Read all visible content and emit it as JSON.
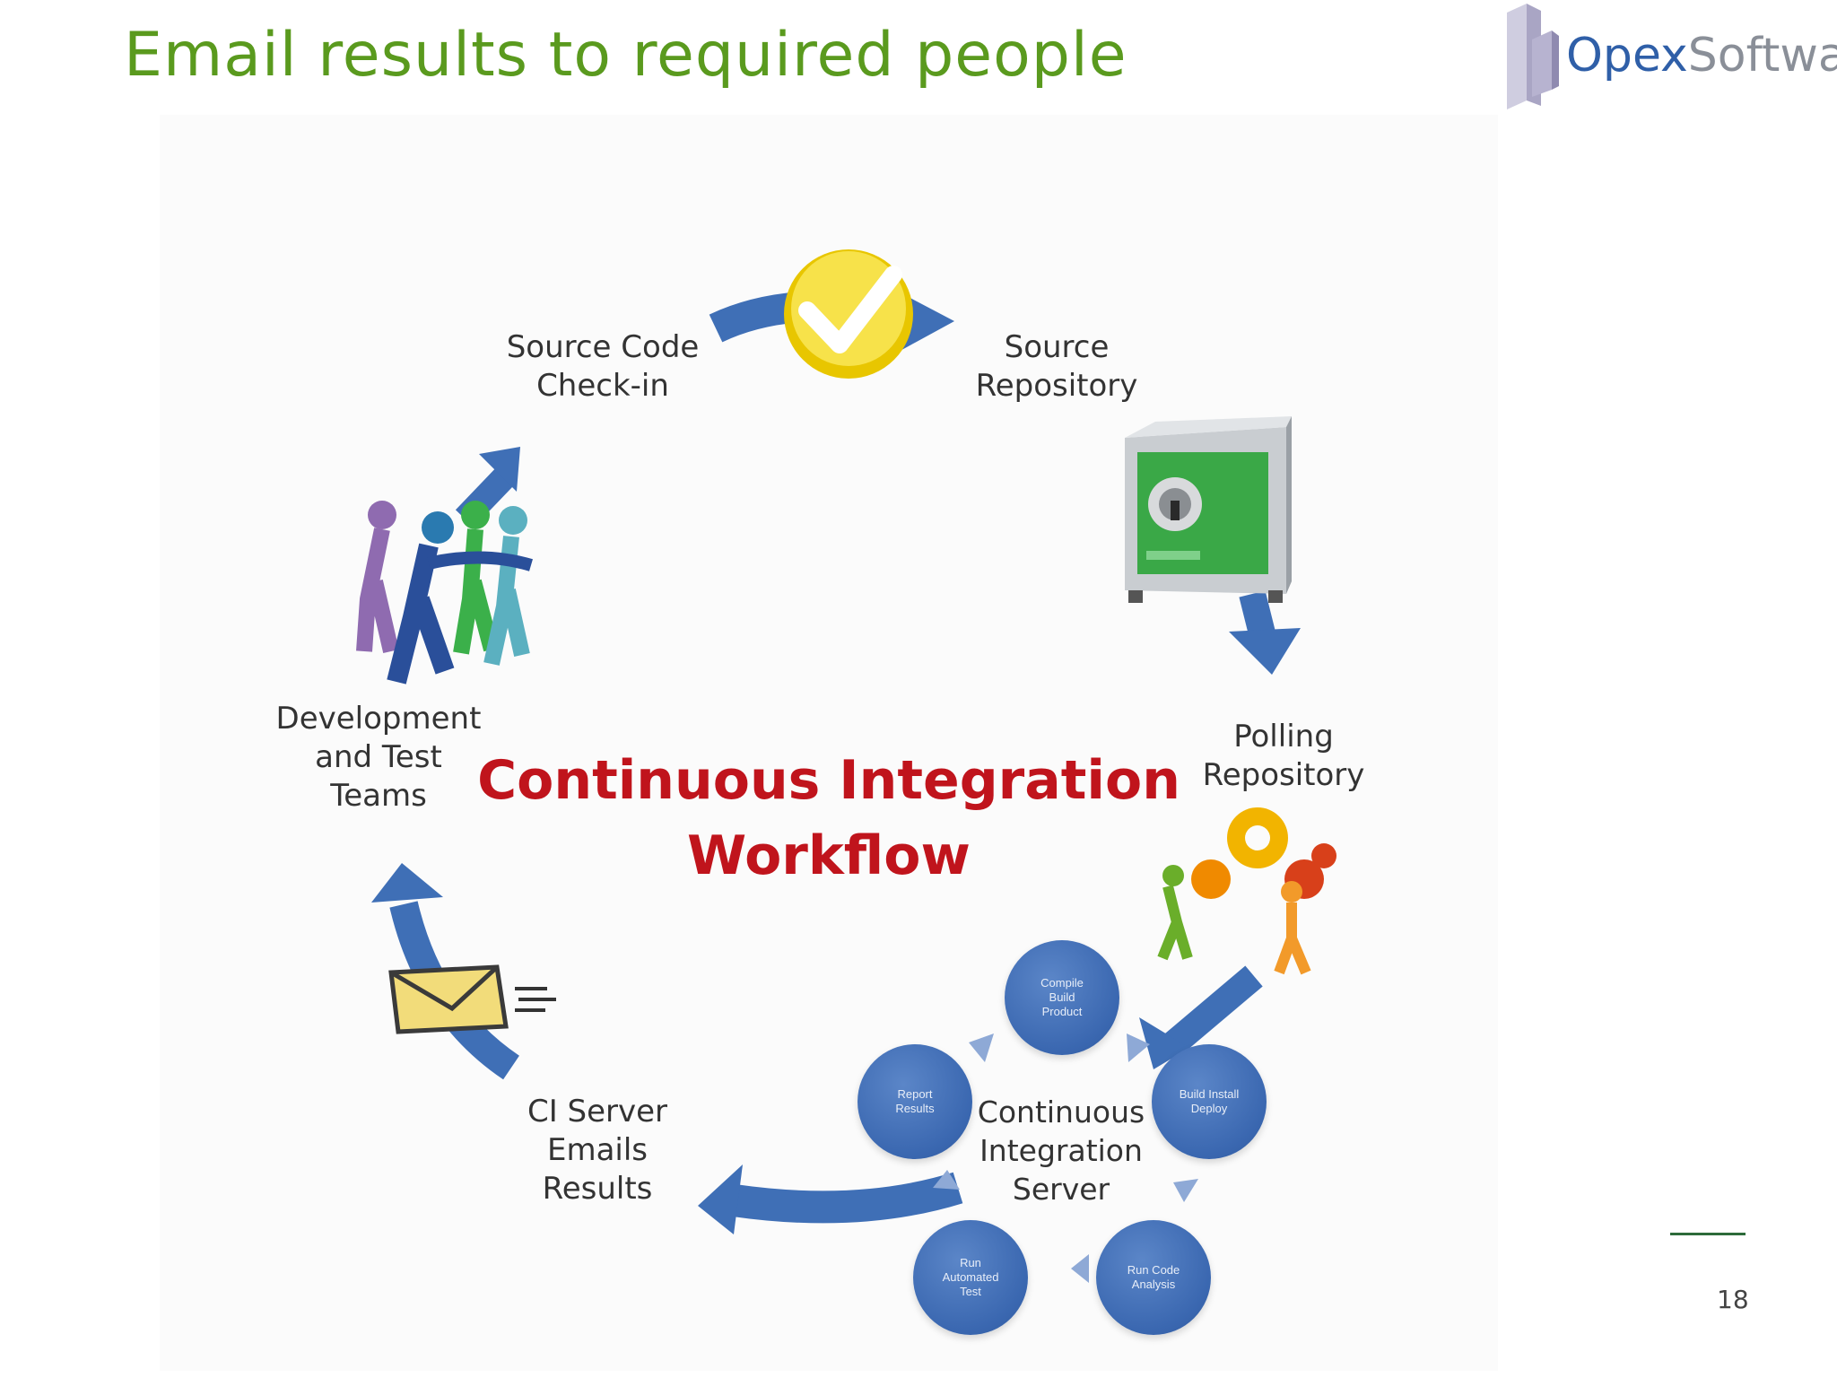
{
  "slide": {
    "title": "Email results to required people",
    "page_number": "18"
  },
  "logo": {
    "part1": "Opex",
    "part2": "Software"
  },
  "diagram": {
    "center_title": "Continuous Integration\nWorkflow",
    "labels": {
      "source_code_checkin": "Source Code\nCheck-in",
      "source_repository": "Source\nRepository",
      "polling_repository": "Polling\nRepository",
      "ci_server_emails": "CI Server\nEmails\nResults",
      "dev_test_teams": "Development\nand Test\nTeams"
    },
    "server": {
      "label": "Continuous\nIntegration\nServer",
      "steps": [
        "Compile\nBuild\nProduct",
        "Build Install\nDeploy",
        "Run Code\nAnalysis",
        "Run\nAutomated\nTest",
        "Report\nResults"
      ]
    }
  },
  "colors": {
    "title": "#5a9a1e",
    "center_title": "#c0141c",
    "arrow": "#3f6fb6",
    "step_circle": "#3a67b0"
  }
}
